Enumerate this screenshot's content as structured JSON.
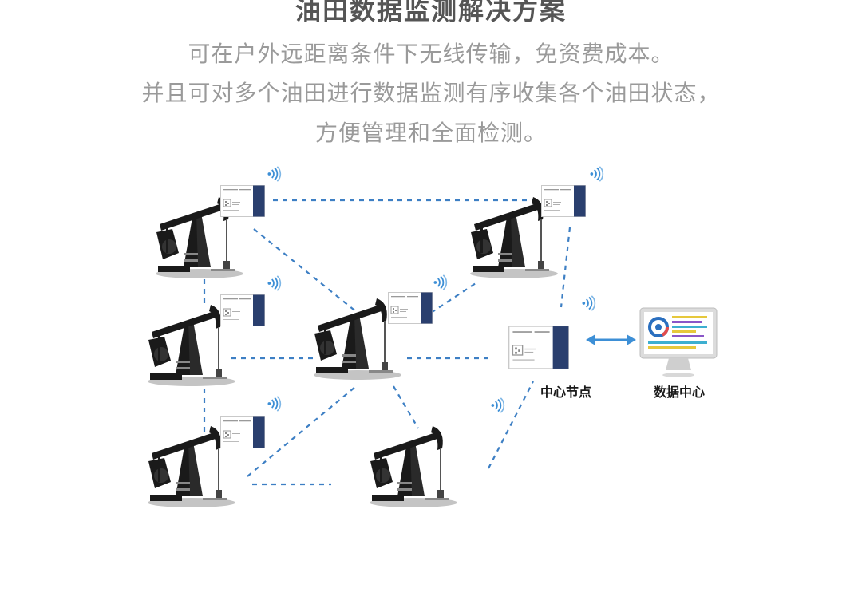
{
  "header": {
    "title": "油田数据监测解决方案",
    "lines": [
      "可在户外远距离条件下无线传输，免资费成本。",
      "并且可对多个油田进行数据监测有序收集各个油田状态，",
      "方便管理和全面检测。"
    ]
  },
  "diagram": {
    "center_node_label": "中心节点",
    "data_center_label": "数据中心",
    "colors": {
      "link": "#3d7fc4",
      "module_dark": "#2a3f6e",
      "pump": "#1a1a1a",
      "wifi": "#3d8fd6",
      "arrow": "#3d8fd6"
    }
  }
}
